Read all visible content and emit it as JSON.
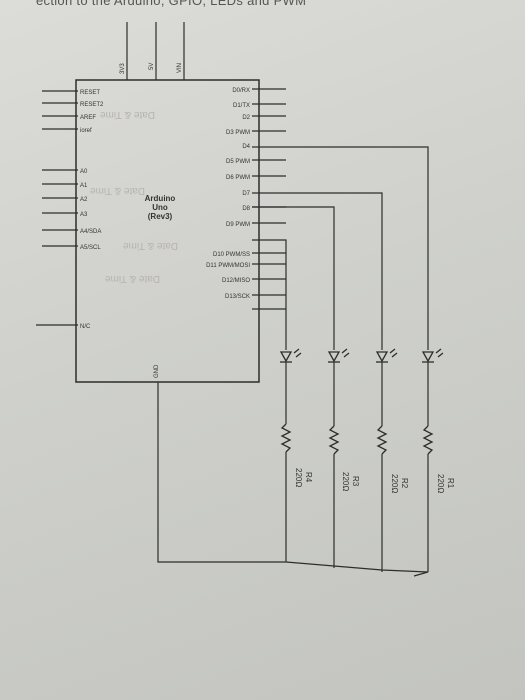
{
  "caption_fragment": "ection to the Arduino, GPIO, LEDs and PWM",
  "board": {
    "title_line1": "Arduino",
    "title_line2": "Uno",
    "title_line3": "(Rev3)",
    "top_pins": [
      "3V3",
      "5V",
      "VIN"
    ],
    "bottom_pin": "GND",
    "left_pins": [
      "RESET",
      "RESET2",
      "AREF",
      "ioref",
      "A0",
      "A1",
      "A2",
      "A3",
      "A4/SDA",
      "A5/SCL",
      "N/C"
    ],
    "right_pins": [
      "D0/RX",
      "D1/TX",
      "D2",
      "D3 PWM",
      "D4",
      "D5 PWM",
      "D6 PWM",
      "D7",
      "D8",
      "D9 PWM",
      "D10 PWM/SS",
      "D11 PWM/MOSI",
      "D12/MISO",
      "D13/SCK"
    ]
  },
  "watermark": "Date & Time",
  "resistors": [
    {
      "name": "R1",
      "value": "220Ω"
    },
    {
      "name": "R2",
      "value": "220Ω"
    },
    {
      "name": "R3",
      "value": "220Ω"
    },
    {
      "name": "R4",
      "value": "220Ω"
    }
  ]
}
